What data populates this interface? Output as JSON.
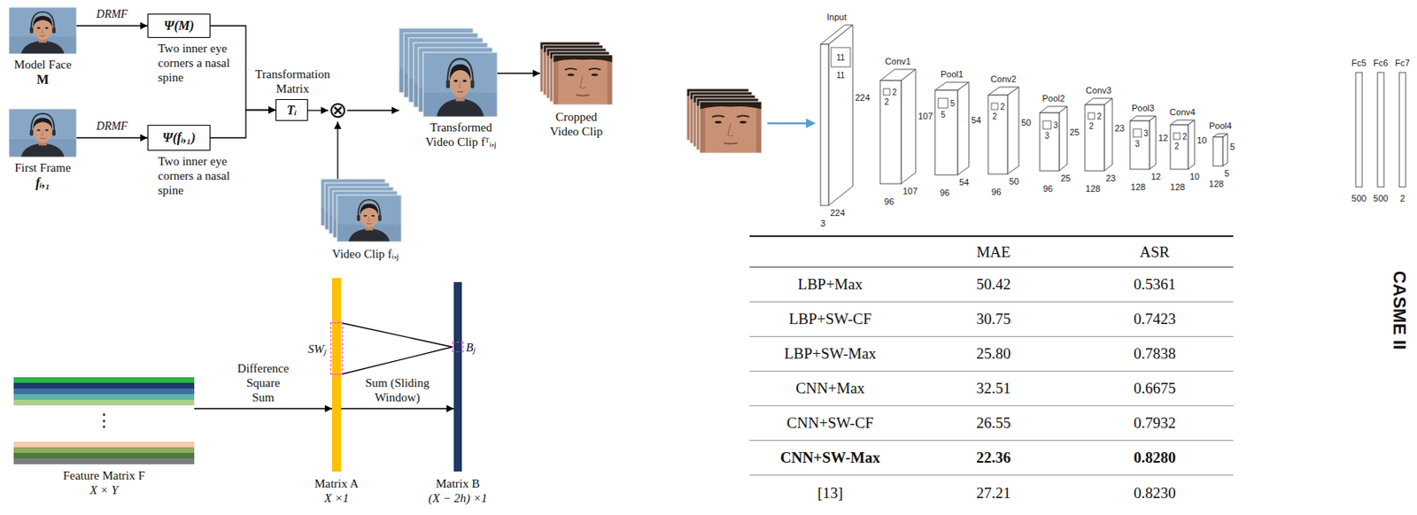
{
  "diagram": {
    "nodes": [
      {
        "text": [
          "Model Face",
          "M"
        ]
      },
      {
        "text": [
          "First Frame",
          "fᵢ,₁"
        ]
      },
      {
        "text": [
          "Ψ(M)",
          "Two inner eye corners a nasal spine"
        ]
      },
      {
        "text": [
          "Ψ(fᵢ,₁)",
          "Two inner eye corners a nasal spine"
        ]
      },
      {
        "text": [
          "Tᵢ",
          "Transformation Matrix"
        ]
      },
      {
        "text": [
          "⊗"
        ]
      },
      {
        "text": [
          "Video Clip fᵢ,ⱼ"
        ]
      },
      {
        "text": [
          "Transformed Video Clip fᵀᵢ,ⱼ"
        ]
      },
      {
        "text": [
          "Cropped Video Clip"
        ]
      },
      {
        "text": [
          "⋮",
          "Feature Matrix F",
          "X × Y"
        ]
      },
      {
        "text": [
          "Matrix A",
          "X ×1"
        ]
      },
      {
        "text": [
          "SWⱼ"
        ],
        "in": 10
      },
      {
        "text": [
          "Matrix B",
          "(X − 2h) ×1"
        ]
      },
      {
        "text": [
          "Bⱼ"
        ],
        "in": 12
      }
    ],
    "edges": [
      {
        "from": 0,
        "to": 2,
        "label": "DRMF",
        "arrow": "to"
      },
      {
        "from": 1,
        "to": 3,
        "label": "DRMF",
        "arrow": "to"
      },
      {
        "from": 2,
        "to": 4,
        "arrow": "to"
      },
      {
        "from": 3,
        "to": 4,
        "arrow": "to"
      },
      {
        "from": 4,
        "to": 5,
        "arrow": "to"
      },
      {
        "from": 6,
        "to": 5,
        "arrow": "to"
      },
      {
        "from": 5,
        "to": 7,
        "arrow": "to"
      },
      {
        "from": 7,
        "to": 8,
        "arrow": "to"
      },
      {
        "from": 9,
        "to": 10,
        "label": "Difference Square Sum",
        "arrow": "to"
      },
      {
        "from": 10,
        "to": 12,
        "label": "Sum (Sliding Window)",
        "arrow": "to"
      },
      {
        "from": 11,
        "to": 13,
        "arrow": "none"
      }
    ],
    "labels": [
      "Input",
      "11",
      "11",
      "224",
      "224",
      "3",
      "Conv1",
      "2",
      "2",
      "107",
      "107",
      "96",
      "Pool1",
      "5",
      "5",
      "54",
      "54",
      "96",
      "Conv2",
      "2",
      "2",
      "50",
      "50",
      "96",
      "Pool2",
      "3",
      "3",
      "25",
      "25",
      "96",
      "Conv3",
      "2",
      "2",
      "23",
      "23",
      "128",
      "Pool3",
      "3",
      "3",
      "12",
      "12",
      "128",
      "Conv4",
      "2",
      "2",
      "10",
      "10",
      "128",
      "Pool4",
      "5",
      "5",
      "128",
      "Fc5",
      "500",
      "Fc6",
      "500",
      "Fc7",
      "2",
      "MAE",
      "ASR",
      "LBP+Max",
      "50.42",
      "0.5361",
      "LBP+SW-CF",
      "30.75",
      "0.7423",
      "LBP+SW-Max",
      "25.80",
      "0.7838",
      "CNN+Max",
      "32.51",
      "0.6675",
      "CNN+SW-CF",
      "26.55",
      "0.7932",
      "CNN+SW-Max",
      "22.36",
      "0.8280",
      "[13]",
      "27.21",
      "0.8230",
      "CASME II"
    ]
  }
}
